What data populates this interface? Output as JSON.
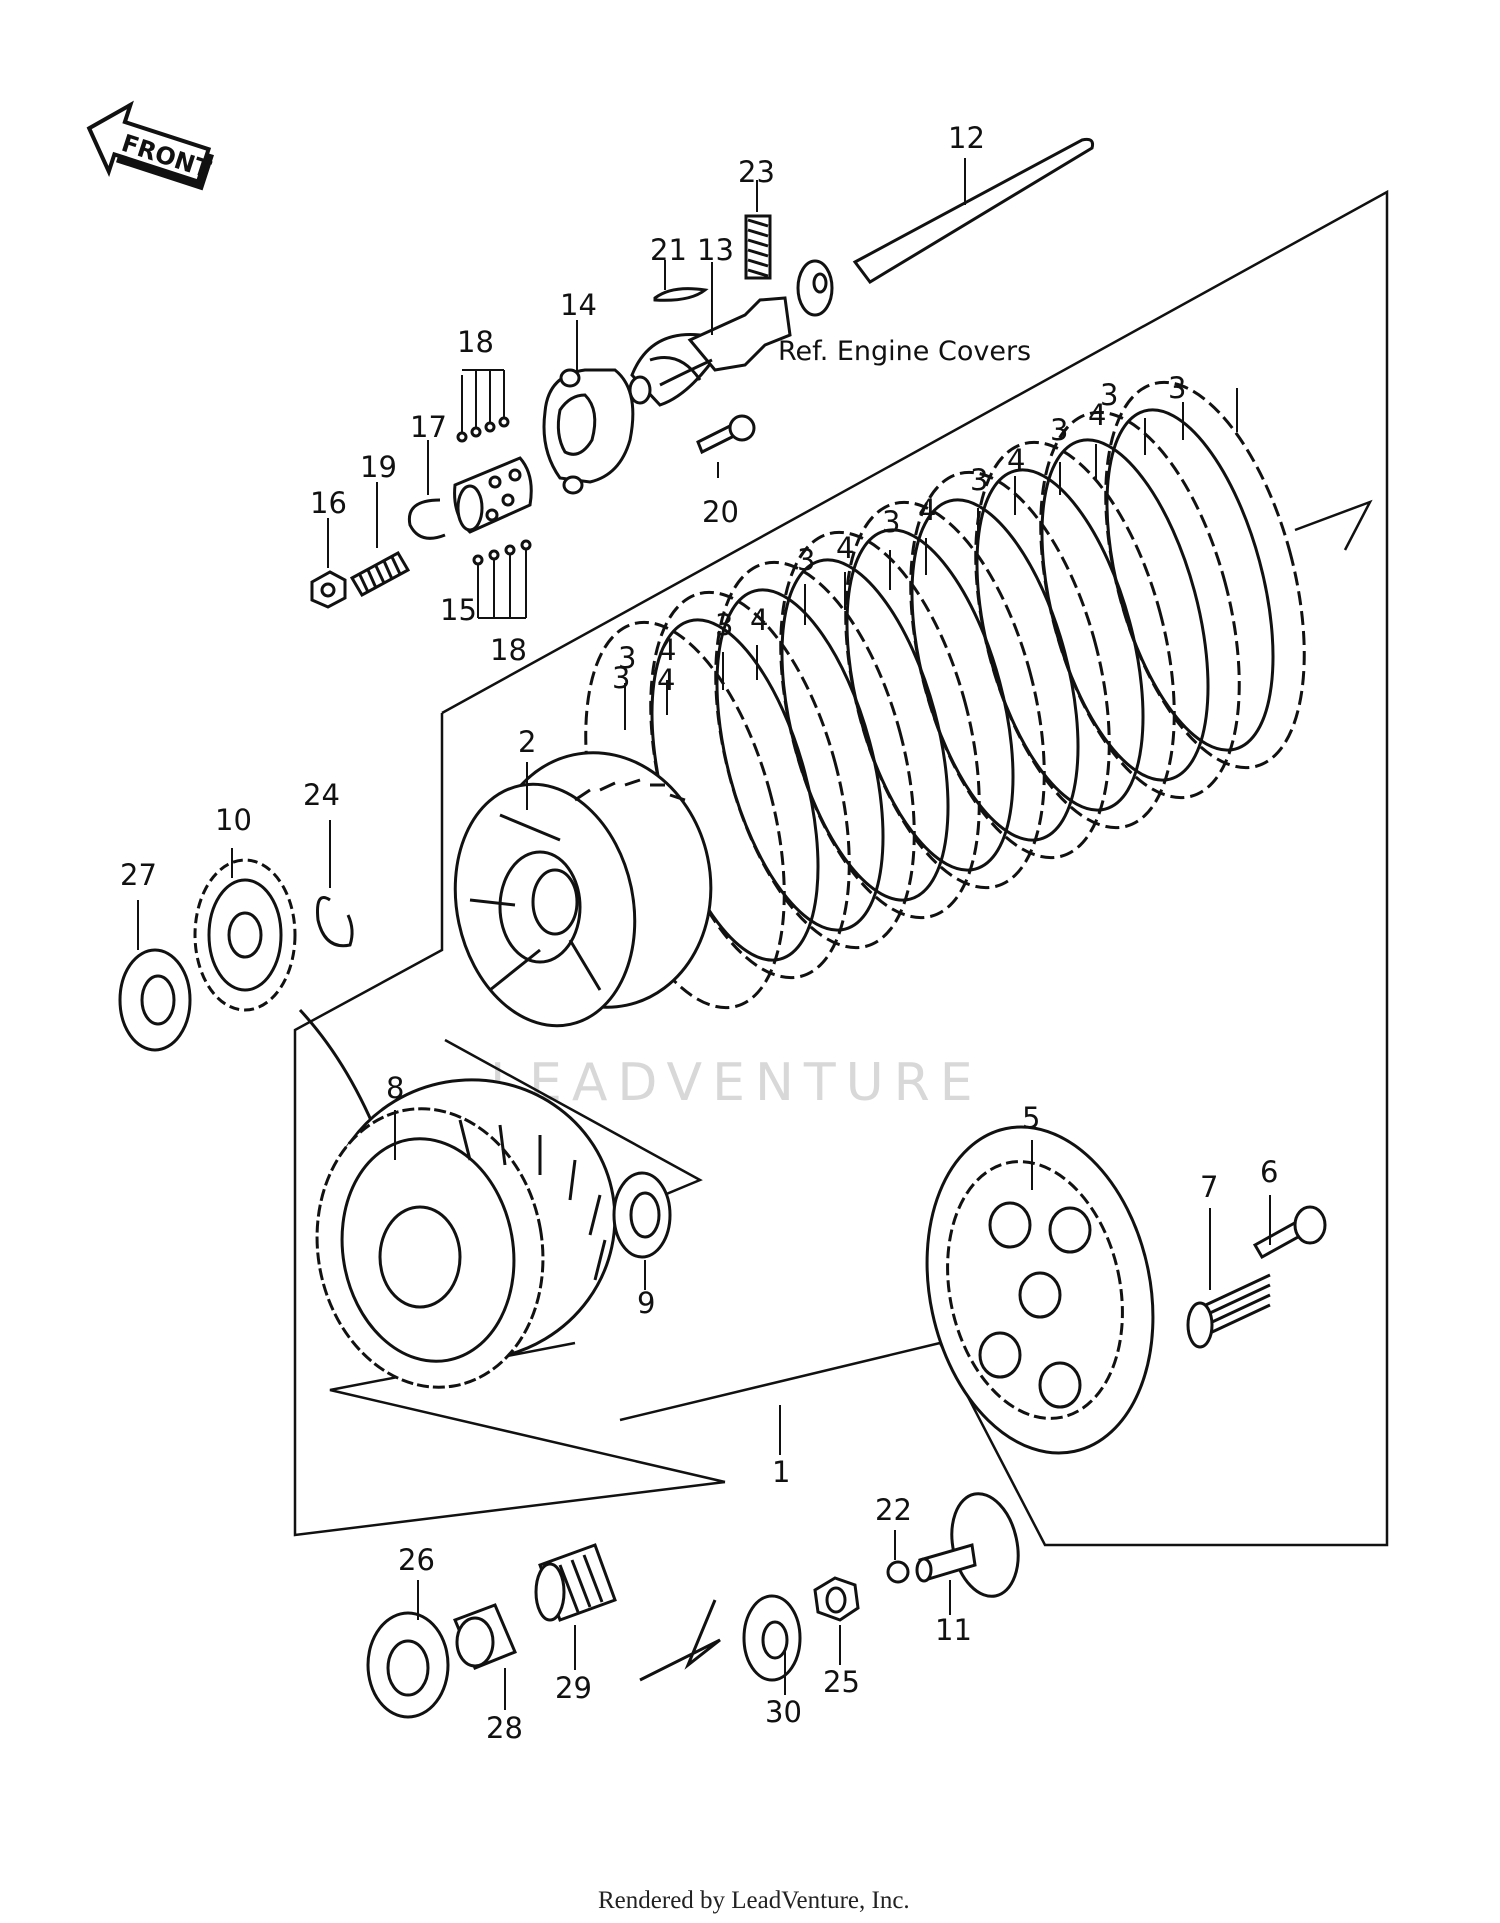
{
  "front_arrow": {
    "text": "FRONT"
  },
  "reference_note": "Ref.  Engine Covers",
  "watermark": "LEADVENTURE",
  "footer": "Rendered by LeadVenture, Inc.",
  "callouts": [
    {
      "id": "c12",
      "text": "12"
    },
    {
      "id": "c23",
      "text": "23"
    },
    {
      "id": "c21",
      "text": "21"
    },
    {
      "id": "c13",
      "text": "13"
    },
    {
      "id": "c14",
      "text": "14"
    },
    {
      "id": "c18a",
      "text": "18"
    },
    {
      "id": "c17",
      "text": "17"
    },
    {
      "id": "c19",
      "text": "19"
    },
    {
      "id": "c16",
      "text": "16"
    },
    {
      "id": "c15",
      "text": "15"
    },
    {
      "id": "c18b",
      "text": "18"
    },
    {
      "id": "c20",
      "text": "20"
    },
    {
      "id": "c3a",
      "text": "3"
    },
    {
      "id": "c4a",
      "text": "4"
    },
    {
      "id": "c3b",
      "text": "3"
    },
    {
      "id": "c3c",
      "text": "3"
    },
    {
      "id": "c4b",
      "text": "4"
    },
    {
      "id": "c3d",
      "text": "3"
    },
    {
      "id": "c4c",
      "text": "4"
    },
    {
      "id": "c3e",
      "text": "3"
    },
    {
      "id": "c4d",
      "text": "4"
    },
    {
      "id": "c3f",
      "text": "3"
    },
    {
      "id": "c4e",
      "text": "4"
    },
    {
      "id": "c3g",
      "text": "3"
    },
    {
      "id": "c4f",
      "text": "4"
    },
    {
      "id": "c3h",
      "text": "3"
    },
    {
      "id": "c4g",
      "text": "4"
    },
    {
      "id": "c3i",
      "text": "3"
    },
    {
      "id": "c2",
      "text": "2"
    },
    {
      "id": "c24",
      "text": "24"
    },
    {
      "id": "c10",
      "text": "10"
    },
    {
      "id": "c27",
      "text": "27"
    },
    {
      "id": "c8",
      "text": "8"
    },
    {
      "id": "c9",
      "text": "9"
    },
    {
      "id": "c5",
      "text": "5"
    },
    {
      "id": "c7",
      "text": "7"
    },
    {
      "id": "c6",
      "text": "6"
    },
    {
      "id": "c1",
      "text": "1"
    },
    {
      "id": "c22",
      "text": "22"
    },
    {
      "id": "c11",
      "text": "11"
    },
    {
      "id": "c26",
      "text": "26"
    },
    {
      "id": "c28",
      "text": "28"
    },
    {
      "id": "c29",
      "text": "29"
    },
    {
      "id": "c30",
      "text": "30"
    },
    {
      "id": "c25",
      "text": "25"
    }
  ]
}
